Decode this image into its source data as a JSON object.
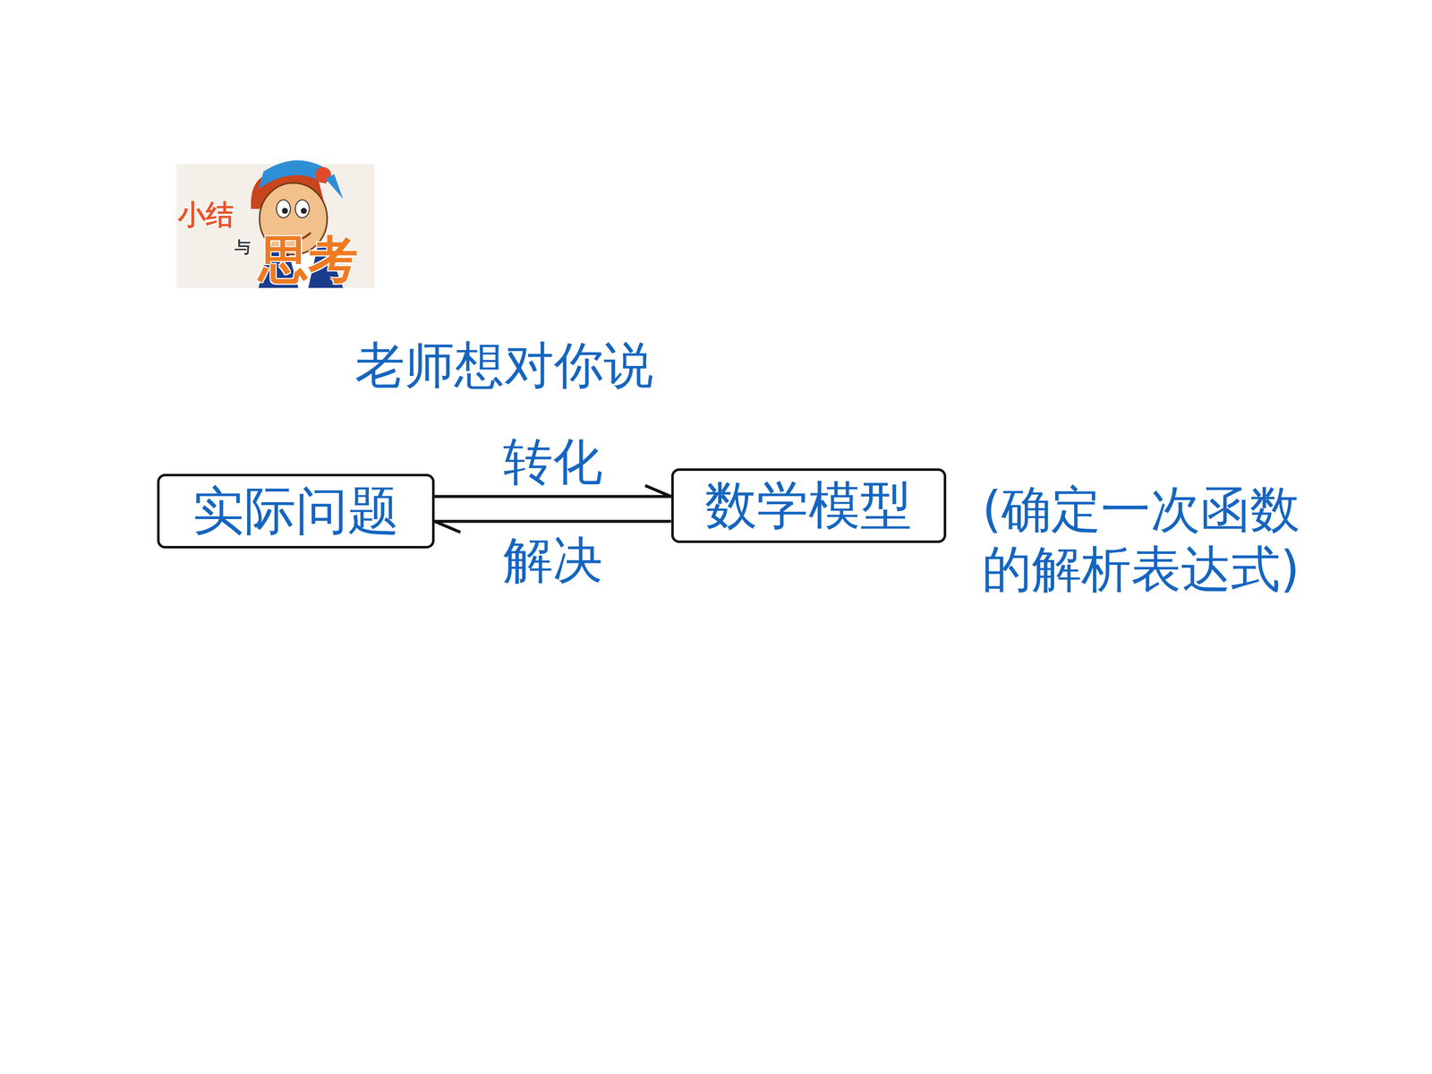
{
  "diagram": {
    "title": "老师想对你说",
    "nodes": [
      {
        "text": [
          "实际问题"
        ]
      },
      {
        "text": [
          "数学模型"
        ]
      }
    ],
    "edges": [
      {
        "from": 0,
        "to": 1,
        "arrow": "to",
        "label": "转化"
      },
      {
        "from": 1,
        "to": 0,
        "arrow": "to",
        "label": "解决"
      }
    ],
    "labels": [
      "小结",
      "与",
      "思考",
      "(确定一次函数 的解析表达式)"
    ]
  }
}
